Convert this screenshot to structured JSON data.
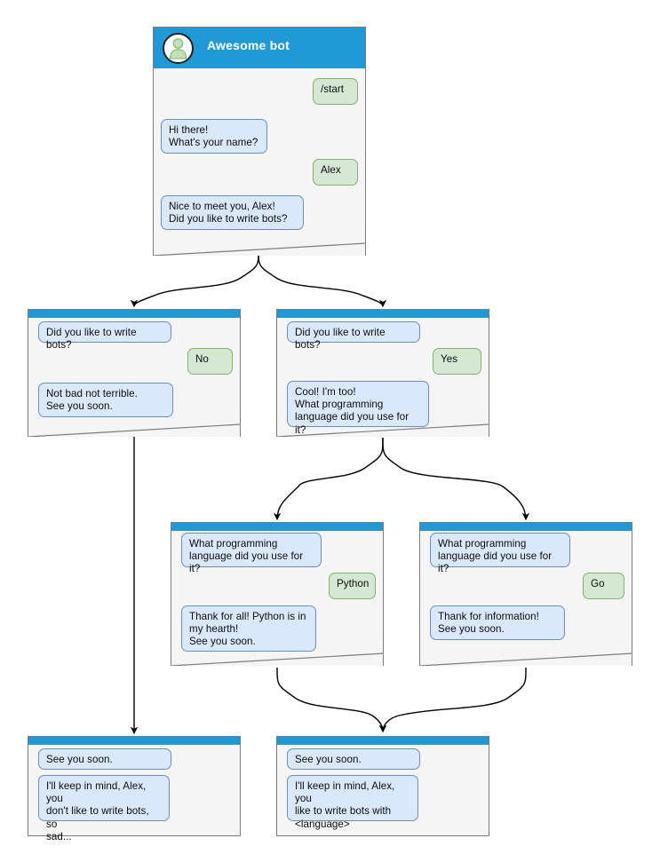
{
  "diagram": {
    "title": "Awesome bot conversation flow",
    "colors": {
      "header_blue": "#1f9ad6",
      "card_bg": "#f5f5f5",
      "card_border": "#7d7d7d",
      "bot_bubble_fill": "#dae8fc",
      "bot_bubble_stroke": "#6c8ebf",
      "user_bubble_fill": "#d5e8d4",
      "user_bubble_stroke": "#82b366",
      "edge": "#000000"
    }
  },
  "root": {
    "bot_name": "Awesome bot",
    "avatar_icon": "person-avatar-icon",
    "messages": [
      {
        "role": "user",
        "text": "/start"
      },
      {
        "role": "bot",
        "text": "Hi there!\nWhat's your name?"
      },
      {
        "role": "user",
        "text": "Alex"
      },
      {
        "role": "bot",
        "text": "Nice to meet you, Alex!\nDid you like to write bots?"
      }
    ]
  },
  "branch_no": {
    "messages": [
      {
        "role": "bot",
        "text": "Did you like to write bots?"
      },
      {
        "role": "user",
        "text": "No"
      },
      {
        "role": "bot",
        "text": "Not bad not terrible.\nSee you soon."
      }
    ]
  },
  "branch_yes": {
    "messages": [
      {
        "role": "bot",
        "text": "Did you like to write bots?"
      },
      {
        "role": "user",
        "text": "Yes"
      },
      {
        "role": "bot",
        "text": "Cool! I'm too!\nWhat programming\nlanguage did you use for it?"
      }
    ]
  },
  "branch_python": {
    "messages": [
      {
        "role": "bot",
        "text": "What programming\nlanguage did you use for it?"
      },
      {
        "role": "user",
        "text": "Python"
      },
      {
        "role": "bot",
        "text": "Thank for all! Python is in\nmy hearth!\nSee you soon."
      }
    ]
  },
  "branch_go": {
    "messages": [
      {
        "role": "bot",
        "text": "What programming\nlanguage did you use for it?"
      },
      {
        "role": "user",
        "text": "Go"
      },
      {
        "role": "bot",
        "text": "Thank for information!\nSee you soon."
      }
    ]
  },
  "end_sad": {
    "messages": [
      {
        "role": "bot",
        "text": "See you soon."
      },
      {
        "role": "bot",
        "text": "I'll keep in mind, Alex, you\ndon't like to write bots, so\nsad..."
      }
    ]
  },
  "end_happy": {
    "messages": [
      {
        "role": "bot",
        "text": "See you soon."
      },
      {
        "role": "bot",
        "text": "I'll keep in mind, Alex, you\nlike to write bots with\n<language>"
      }
    ]
  }
}
